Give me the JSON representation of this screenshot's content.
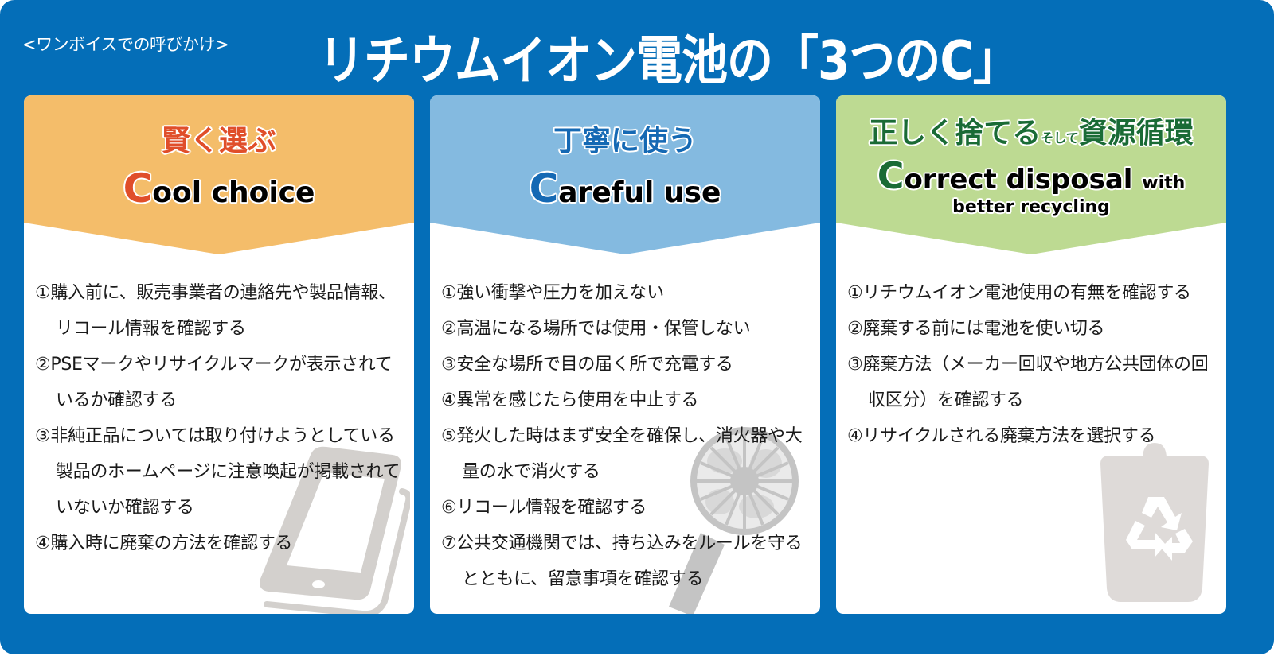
{
  "header": {
    "subtitle": "<ワンボイスでの呼びかけ>",
    "title": "リチウムイオン電池の「3つのC」"
  },
  "colors": {
    "background_blue": "#046EB8",
    "card1_header": "#F4BD6A",
    "card1_accent": "#E04E2A",
    "card2_header": "#84BAE0",
    "card2_accent": "#1569B4",
    "card3_header": "#BDDA92",
    "card3_accent": "#1A6B35",
    "illustration_gray": "#D3D0CD"
  },
  "cards": [
    {
      "title_jp": "賢く選ぶ",
      "title_en_initial": "C",
      "title_en_rest": "ool choice",
      "items": [
        "①購入前に、販売事業者の連絡先や製品情報、リコール情報を確認する",
        "②PSEマークやリサイクルマークが表示されているか確認する",
        "③非純正品については取り付けようとしている製品のホームページに注意喚起が掲載されていないか確認する",
        "④購入時に廃棄の方法を確認する"
      ],
      "illustration": "smartphone-icon"
    },
    {
      "title_jp": "丁寧に使う",
      "title_en_initial": "C",
      "title_en_rest": "areful use",
      "items": [
        "①強い衝撃や圧力を加えない",
        "②高温になる場所では使用・保管しない",
        "③安全な場所で目の届く所で充電する",
        "④異常を感じたら使用を中止する",
        "⑤発火した時はまず安全を確保し、消火器や大量の水で消火する",
        "⑥リコール情報を確認する",
        "⑦公共交通機関では、持ち込みをルールを守るとともに、留意事項を確認する"
      ],
      "illustration": "handheld-fan-icon"
    },
    {
      "title_jp_main": "正しく捨てる",
      "title_jp_small": "そして",
      "title_jp_tail": "資源循環",
      "title_en_initial": "C",
      "title_en_rest": "orrect disposal",
      "title_en_small": "with",
      "title_en_line2": "better recycling",
      "items": [
        "①リチウムイオン電池使用の有無を確認する",
        "②廃棄する前には電池を使い切る",
        "③廃棄方法（メーカー回収や地方公共団体の回収区分）を確認する",
        "④リサイクルされる廃棄方法を選択する"
      ],
      "illustration": "recycle-bin-icon"
    }
  ]
}
